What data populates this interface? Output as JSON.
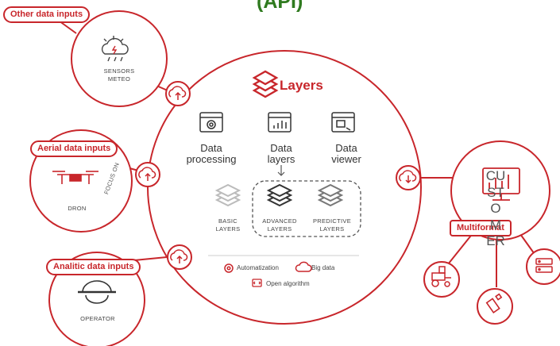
{
  "header": {
    "api_title": "(API)"
  },
  "inputs": {
    "other": {
      "pill": "Other data inputs",
      "label_line1": "SENSORS",
      "label_line2": "METEO",
      "icon": "weather-cloud-icon"
    },
    "aerial": {
      "pill": "Aerial data inputs",
      "label": "DRON",
      "focus": "FOCUS ON",
      "icon": "drone-icon"
    },
    "analitic": {
      "pill": "Analitic data inputs",
      "label": "OPERATOR",
      "icon": "operator-icon"
    }
  },
  "layers": {
    "title": "Layers",
    "tools": [
      {
        "line1": "Data",
        "line2": "processing",
        "icon": "gear-window-icon"
      },
      {
        "line1": "Data",
        "line2": "layers",
        "icon": "bar-chart-window-icon"
      },
      {
        "line1": "Data",
        "line2": "viewer",
        "icon": "viewer-window-icon"
      }
    ],
    "levels": [
      {
        "line1": "BASIC",
        "line2": "LAYERS"
      },
      {
        "line1": "ADVANCED",
        "line2": "LAYERS"
      },
      {
        "line1": "PREDICTIVE",
        "line2": "LAYERS"
      }
    ],
    "legend": {
      "automatization": "Automatization",
      "big_data": "Big data",
      "open_algorithm": "Open algorithm"
    }
  },
  "output": {
    "pill": "Multiformat",
    "customer_lines": [
      "CU",
      "ST",
      "O",
      "M",
      "ER"
    ],
    "icons": [
      "tractor-icon",
      "usb-drive-icon",
      "server-icon",
      "monitor-chart-icon"
    ]
  },
  "colors": {
    "accent": "#c8262b",
    "title_green": "#2f7a1f"
  }
}
